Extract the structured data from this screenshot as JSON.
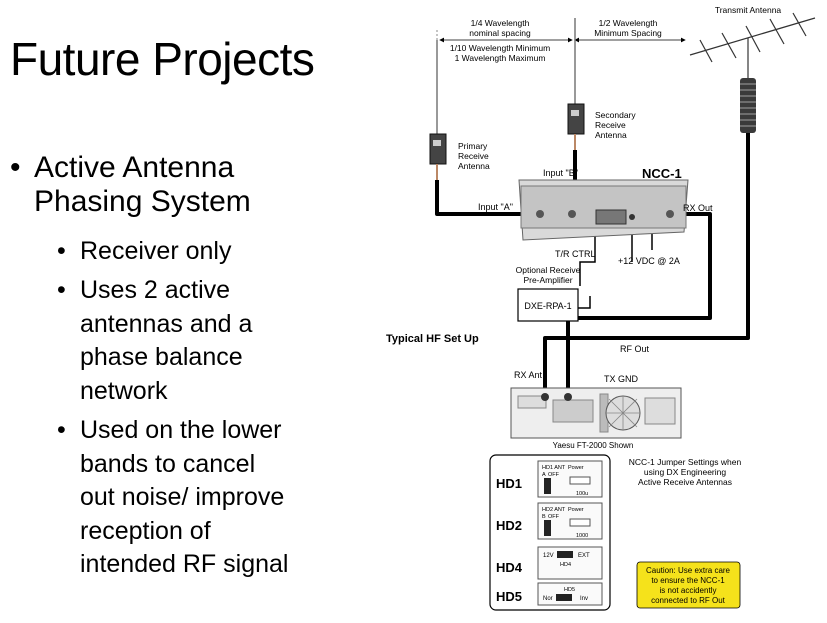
{
  "slide": {
    "title": "Future Projects",
    "bullet_main": {
      "line1": "Active Antenna",
      "line2": "Phasing System"
    },
    "sub_bullets": [
      {
        "lines": [
          "Receiver only"
        ]
      },
      {
        "lines": [
          "Uses 2 active",
          "antennas and a",
          "phase balance",
          "network"
        ]
      },
      {
        "lines": [
          "Used on the lower",
          "bands to cancel",
          "out noise/ improve",
          "reception of",
          "intended RF signal"
        ]
      }
    ]
  },
  "diagram": {
    "quarter_wave_1": "1/4 Wavelength",
    "quarter_wave_2": "nominal spacing",
    "half_wave_1": "1/2 Wavelength",
    "half_wave_2": "Minimum Spacing",
    "transmit_antenna": "Transmit Antenna",
    "tenth_wave_1": "1/10 Wavelength Minimum",
    "tenth_wave_2": "1 Wavelength Maximum",
    "secondary_1": "Secondary",
    "secondary_2": "Receive",
    "secondary_3": "Antenna",
    "primary_1": "Primary",
    "primary_2": "Receive",
    "primary_3": "Antenna",
    "input_b": "Input \"B\"",
    "input_a": "Input \"A\"",
    "ncc1": "NCC-1",
    "rx_out": "RX Out",
    "tr_ctrl": "T/R CTRL",
    "vdc": "+12 VDC @ 2A",
    "opt_rx_1": "Optional Receive",
    "opt_rx_2": "Pre-Amplifier",
    "dxe_rpa": "DXE-RPA-1",
    "typical_hf": "Typical HF Set Up",
    "rf_out": "RF Out",
    "rx_ant": "RX Ant",
    "tx_gnd": "TX GND",
    "yaesu": "Yaesu FT-2000 Shown",
    "jumper_1": "NCC-1 Jumper Settings when",
    "jumper_2": "using DX Engineering",
    "jumper_3": "Active Receive Antennas",
    "hd1": "HD1",
    "hd2": "HD2",
    "hd4": "HD4",
    "hd5": "HD5",
    "hd1_ant": "HD1 ANT",
    "hd1_a": "A",
    "hd1_off": "OFF",
    "power1": "Power",
    "hd1_val": "100u",
    "hd2_ant": "HD2 ANT",
    "hd2_b": "B",
    "hd2_off": "OFF",
    "power2": "Power",
    "hd2_val": "1000",
    "hd4_12v": "12V",
    "hd4_ext": "EXT",
    "hd4_label": "HD4",
    "hd5_label": "HD5",
    "hd5_nor": "Nor",
    "hd5_inv": "Inv",
    "caution_1": "Caution: Use extra care",
    "caution_2": "to ensure the NCC-1",
    "caution_3": "is not accidently",
    "caution_4": "connected to RF Out",
    "colors": {
      "caution_fill": "#f5e21b",
      "cable": "#000000"
    }
  }
}
